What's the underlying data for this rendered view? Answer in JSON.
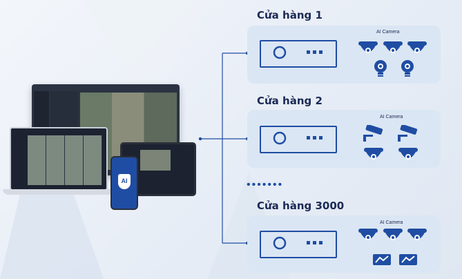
{
  "stores": [
    {
      "title": "Cửa hàng 1",
      "camera_label": "AI Camera"
    },
    {
      "title": "Cửa hàng 2",
      "camera_label": "AI Camera"
    },
    {
      "title": "Cửa hàng 3000",
      "camera_label": "AI Camera"
    }
  ],
  "ellipsis": "•••••••",
  "phone_logo": "AI",
  "colors": {
    "accent": "#1f4da3",
    "panel": "#dae6f3",
    "title": "#1b2a55"
  },
  "icons": [
    "dome-camera-icon",
    "bulb-camera-icon",
    "bullet-camera-icon",
    "box-camera-icon",
    "dvr-icon"
  ]
}
